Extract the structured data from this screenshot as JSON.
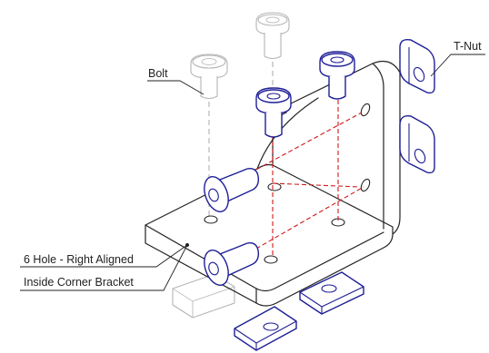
{
  "labels": {
    "bolt": "Bolt",
    "tnut": "T-Nut",
    "bracket_line1": "6 Hole - Right Aligned",
    "bracket_line2": "Inside Corner Bracket"
  },
  "colors": {
    "hardware": "#1e1e96",
    "alignment_lines": "#d01818",
    "ghost_parts": "#b5b5b5",
    "outline": "#222222"
  }
}
